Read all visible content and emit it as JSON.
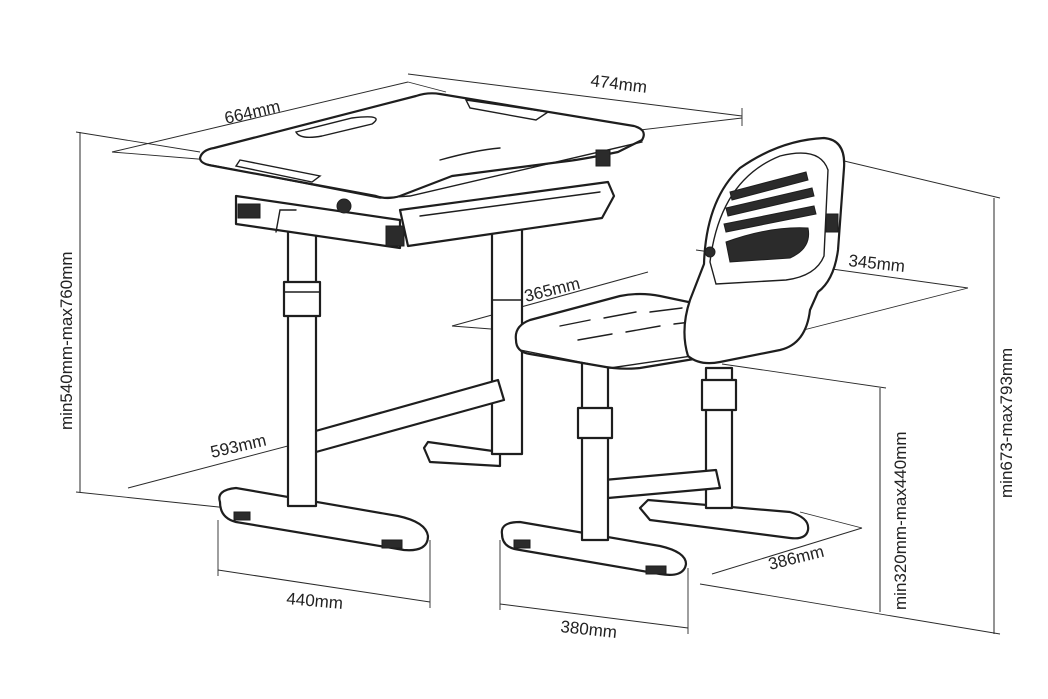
{
  "dimensions": {
    "desk_width": "664mm",
    "desk_depth": "474mm",
    "desk_height": "min540mm-max760mm",
    "desk_base_depth": "593mm",
    "desk_foot_width": "440mm",
    "seat_width": "365mm",
    "seat_depth": "345mm",
    "chair_total_height": "min673-max793mm",
    "seat_height": "min320mm-max440mm",
    "chair_base_depth": "386mm",
    "chair_foot_width": "380mm"
  }
}
